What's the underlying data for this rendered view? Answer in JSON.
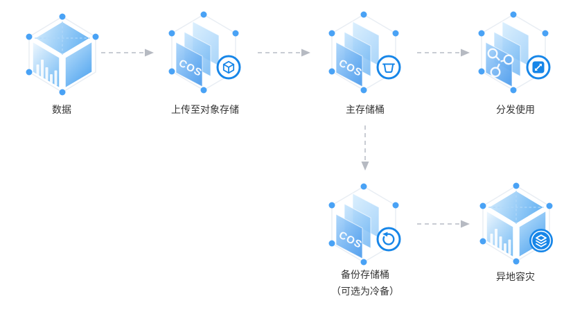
{
  "diagram": {
    "product_text": "COS",
    "colors": {
      "accent_blue": "#1786e8",
      "vertex_dot_blue": "#49a2f5",
      "arrow_gray": "#c8ccd3",
      "arrowhead_gray": "#b6bac2",
      "label_gray": "#333333",
      "background": "#ffffff"
    },
    "nodes": [
      {
        "id": "data",
        "label": "数据",
        "icon": "cube-data-icon",
        "badge": null
      },
      {
        "id": "upload",
        "label": "上传至对象存储",
        "icon": "cos-layers-icon",
        "icon_text": "COS",
        "badge": "cube-badge"
      },
      {
        "id": "primary-bucket",
        "label": "主存储桶",
        "icon": "cos-layers-icon",
        "icon_text": "COS",
        "badge": "bucket-badge"
      },
      {
        "id": "distribute",
        "label": "分发使用",
        "icon": "network-layers-icon",
        "badge": "expand-arrows-badge"
      },
      {
        "id": "backup-bucket",
        "label": "备份存储桶",
        "sublabel": "（可选为冷备）",
        "icon": "cos-layers-icon",
        "icon_text": "COS",
        "badge": "restore-badge"
      },
      {
        "id": "remote-dr",
        "label": "异地容灾",
        "icon": "cube-data-icon",
        "badge": "layers-badge"
      }
    ],
    "edges": [
      {
        "from": "data",
        "to": "upload",
        "direction": "right"
      },
      {
        "from": "upload",
        "to": "primary-bucket",
        "direction": "right"
      },
      {
        "from": "primary-bucket",
        "to": "distribute",
        "direction": "right"
      },
      {
        "from": "primary-bucket",
        "to": "backup-bucket",
        "direction": "down"
      },
      {
        "from": "backup-bucket",
        "to": "remote-dr",
        "direction": "right"
      }
    ]
  }
}
